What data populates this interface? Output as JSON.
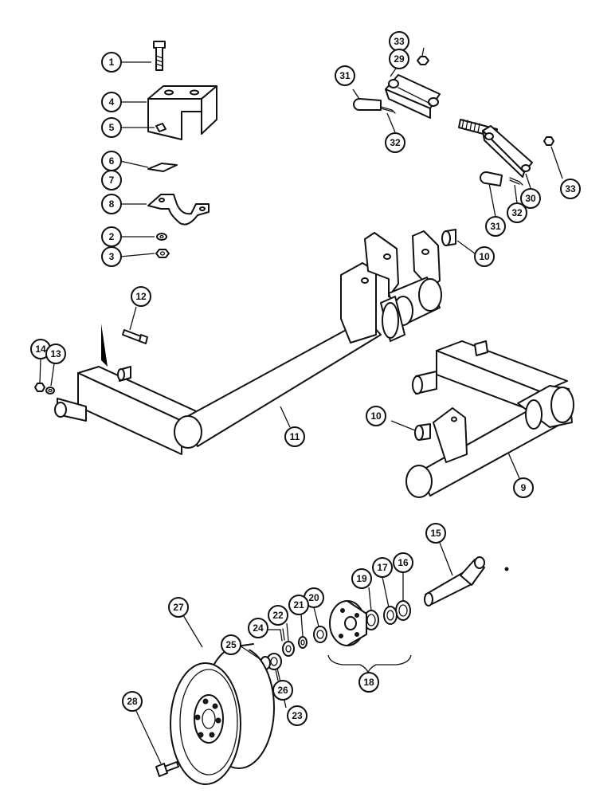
{
  "callouts": [
    {
      "label": "1"
    },
    {
      "label": "4"
    },
    {
      "label": "5"
    },
    {
      "label": "6"
    },
    {
      "label": "7"
    },
    {
      "label": "8"
    },
    {
      "label": "2"
    },
    {
      "label": "3"
    },
    {
      "label": "33"
    },
    {
      "label": "29"
    },
    {
      "label": "31"
    },
    {
      "label": "32"
    },
    {
      "label": "30"
    },
    {
      "label": "33"
    },
    {
      "label": "32"
    },
    {
      "label": "31"
    },
    {
      "label": "10"
    },
    {
      "label": "12"
    },
    {
      "label": "14"
    },
    {
      "label": "13"
    },
    {
      "label": "11"
    },
    {
      "label": "10"
    },
    {
      "label": "9"
    },
    {
      "label": "15"
    },
    {
      "label": "16"
    },
    {
      "label": "17"
    },
    {
      "label": "19"
    },
    {
      "label": "20"
    },
    {
      "label": "21"
    },
    {
      "label": "22"
    },
    {
      "label": "24"
    },
    {
      "label": "25"
    },
    {
      "label": "27"
    },
    {
      "label": "18"
    },
    {
      "label": "23"
    },
    {
      "label": "26"
    },
    {
      "label": "28"
    }
  ],
  "colors": {
    "line": "#111111",
    "background": "#ffffff"
  }
}
